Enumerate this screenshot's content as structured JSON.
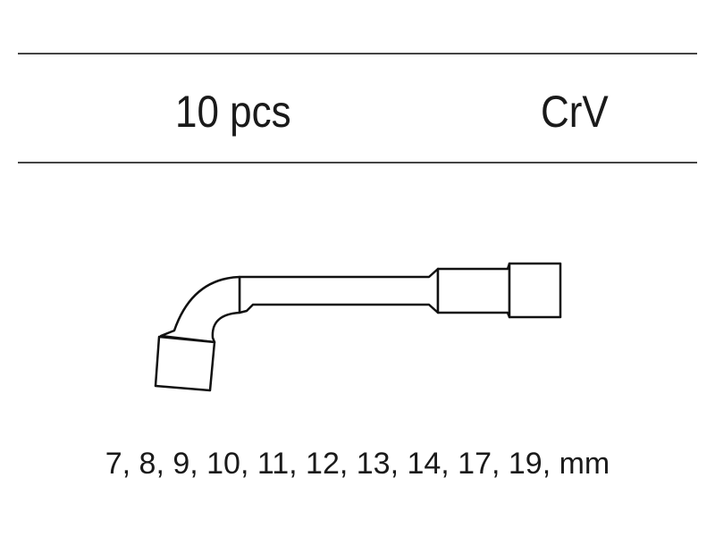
{
  "header": {
    "quantity": "10 pcs",
    "material": "CrV"
  },
  "tool": {
    "icon": "l-socket-wrench-icon"
  },
  "sizes": "7, 8, 9, 10, 11, 12, 13, 14, 17, 19, mm"
}
